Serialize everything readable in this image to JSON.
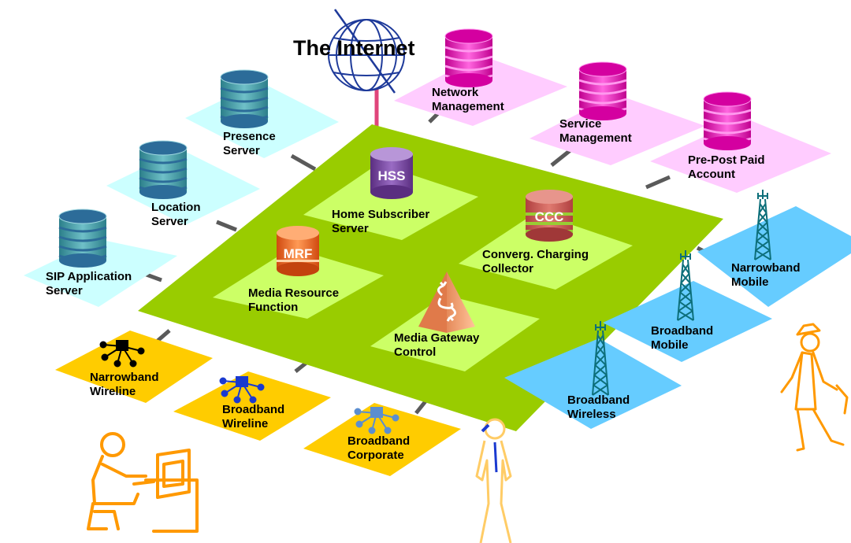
{
  "title": "The Internet",
  "colors": {
    "core_platform": "#99cc00",
    "core_tile": "#ccff66",
    "service_tile": "#ccffff",
    "mgmt_tile": "#ffccff",
    "mobile_tile": "#66ccff",
    "wireline_tile": "#ffcc00",
    "connector": "#555555",
    "internet_link": "#e0457b"
  },
  "service_servers": [
    {
      "label_1": "Presence",
      "label_2": "Server",
      "icon": "database-icon"
    },
    {
      "label_1": "Location",
      "label_2": "Server",
      "icon": "database-icon"
    },
    {
      "label_1": "SIP Application",
      "label_2": "Server",
      "icon": "database-icon"
    }
  ],
  "management": [
    {
      "label_1": "Network",
      "label_2": "Management",
      "icon": "database-icon"
    },
    {
      "label_1": "Service",
      "label_2": "Management",
      "icon": "database-icon"
    },
    {
      "label_1": "Pre-Post Paid",
      "label_2": "Account",
      "icon": "database-icon"
    }
  ],
  "core": [
    {
      "abbr": "HSS",
      "label_1": "Home Subscriber",
      "label_2": "Server"
    },
    {
      "abbr": "CCC",
      "label_1": "Converg. Charging",
      "label_2": "Collector"
    },
    {
      "abbr": "MRF",
      "label_1": "Media Resource",
      "label_2": "Function"
    },
    {
      "abbr": "",
      "label_1": "Media Gateway",
      "label_2": "Control"
    }
  ],
  "access_mobile": [
    {
      "label_1": "Narrowband",
      "label_2": "Mobile",
      "icon": "antenna-tower-icon"
    },
    {
      "label_1": "Broadband",
      "label_2": "Mobile",
      "icon": "antenna-tower-icon"
    },
    {
      "label_1": "Broadband",
      "label_2": "Wireless",
      "icon": "antenna-tower-icon"
    }
  ],
  "access_wireline": [
    {
      "label_1": "Narrowband",
      "label_2": "Wireline",
      "icon": "network-hub-icon"
    },
    {
      "label_1": "Broadband",
      "label_2": "Wireline",
      "icon": "network-hub-icon"
    },
    {
      "label_1": "Broadband",
      "label_2": "Corporate",
      "icon": "network-hub-icon"
    }
  ],
  "people": [
    "desk-worker-icon",
    "phone-user-icon",
    "walking-user-icon"
  ]
}
